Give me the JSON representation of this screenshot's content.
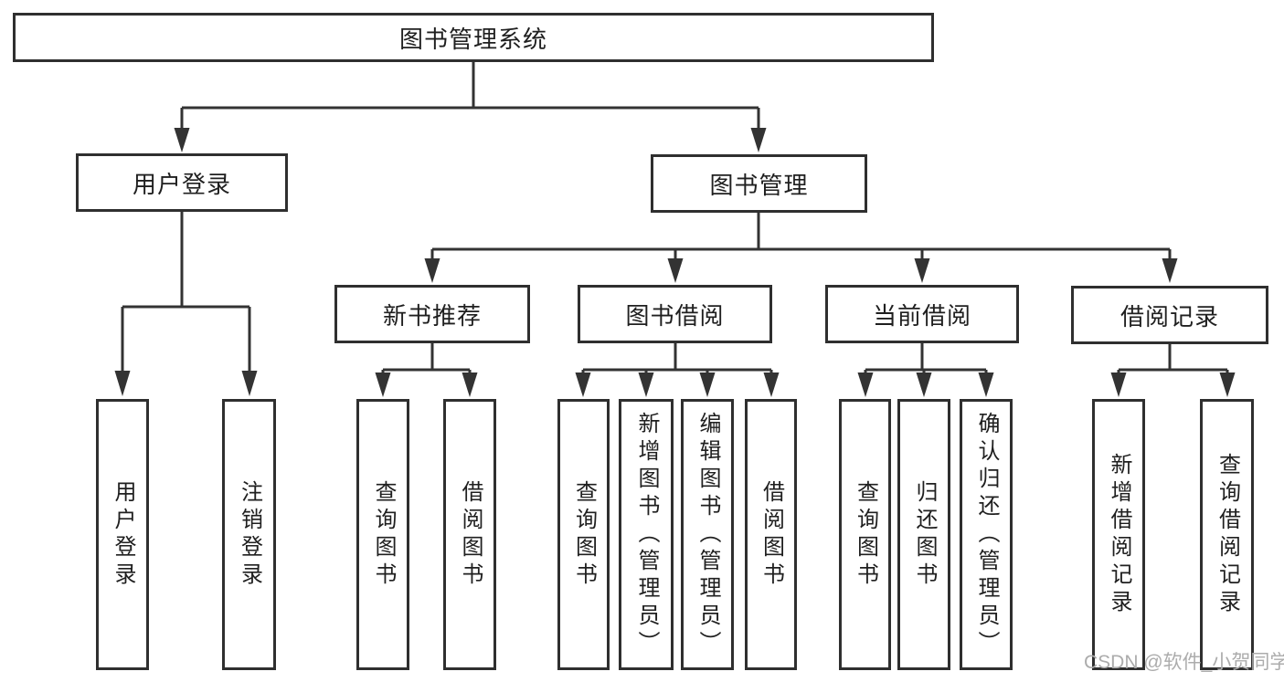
{
  "diagram": {
    "root": {
      "label": "图书管理系统"
    },
    "branches": [
      {
        "label": "用户登录",
        "leaves": [
          {
            "label": "用户登录"
          },
          {
            "label": "注销登录"
          }
        ]
      },
      {
        "label": "图书管理",
        "children": [
          {
            "label": "新书推荐",
            "leaves": [
              {
                "label": "查询图书"
              },
              {
                "label": "借阅图书"
              }
            ]
          },
          {
            "label": "图书借阅",
            "leaves": [
              {
                "label": "查询图书"
              },
              {
                "label": "新增图书（管理员）"
              },
              {
                "label": "编辑图书（管理员）"
              },
              {
                "label": "借阅图书"
              }
            ]
          },
          {
            "label": "当前借阅",
            "leaves": [
              {
                "label": "查询图书"
              },
              {
                "label": "归还图书"
              },
              {
                "label": "确认归还（管理员）"
              }
            ]
          },
          {
            "label": "借阅记录",
            "leaves": [
              {
                "label": "新增借阅记录"
              },
              {
                "label": "查询借阅记录"
              }
            ]
          }
        ]
      }
    ]
  },
  "watermark": {
    "text": "CSDN @软件_小贺同学"
  },
  "style": {
    "line_color": "#333333",
    "box_border_color": "#2f2f2f",
    "text_color": "#1f1f1f",
    "watermark_color": "#acacac",
    "background": "#ffffff"
  }
}
